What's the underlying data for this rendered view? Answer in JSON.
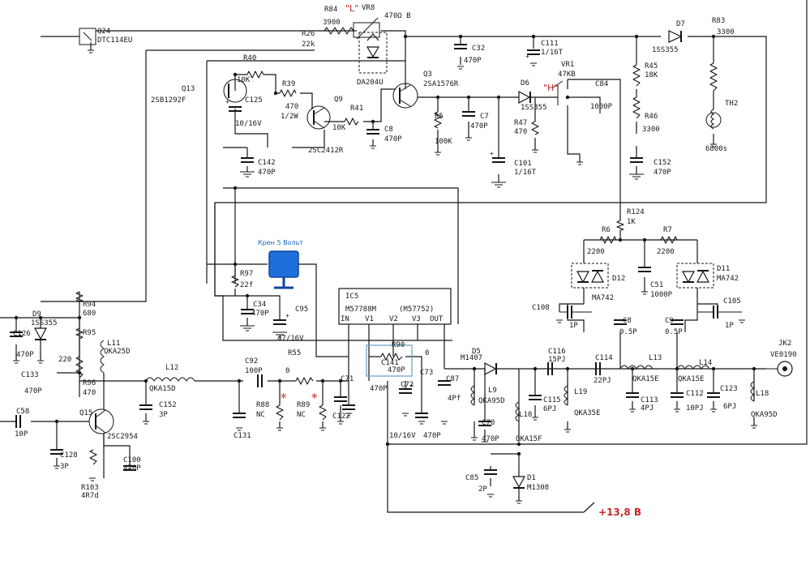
{
  "components": {
    "q24": [
      "Q24",
      "DTC114EU"
    ],
    "r84": [
      "R84",
      "3900"
    ],
    "vr8": [
      "VR8",
      "470Ω B"
    ],
    "r26": [
      "R26",
      "22k"
    ],
    "d_da204": [
      "DA204U"
    ],
    "c32": [
      "C32",
      "470P"
    ],
    "c111": [
      "C111",
      "1/16T"
    ],
    "d7": [
      "D7",
      "1SS355"
    ],
    "r83": [
      "R83",
      "3300"
    ],
    "r45": [
      "R45",
      "18K"
    ],
    "r46": [
      "R46",
      "3300"
    ],
    "th2": [
      "TH2",
      "6800s"
    ],
    "q13": [
      "Q13",
      "2SB1292F"
    ],
    "r40": [
      "R40",
      "10K"
    ],
    "c125": [
      "C125",
      "10/16V"
    ],
    "r39": [
      "R39",
      "470",
      "1/2W"
    ],
    "q9": [
      "Q9",
      "2SC2412R"
    ],
    "r41": [
      "R41",
      "10K"
    ],
    "c8": [
      "C8",
      "470P"
    ],
    "q3": [
      "Q3",
      "2SA1576R"
    ],
    "r5": [
      "R5",
      "100K"
    ],
    "c7": [
      "C7",
      "470P"
    ],
    "c101": [
      "C101",
      "1/16T"
    ],
    "d6": [
      "D6",
      "1SS355"
    ],
    "vr1": [
      "VR1",
      "47KB"
    ],
    "c84": [
      "C84",
      "1000P"
    ],
    "r47": [
      "R47",
      "470"
    ],
    "c142": [
      "C142",
      "470P"
    ],
    "c152": [
      "C152",
      "470P"
    ],
    "r124": [
      "R124",
      "1K"
    ],
    "r6": [
      "R6",
      "2200"
    ],
    "r7": [
      "R7",
      "2200"
    ],
    "d12": [
      "D12",
      "MA742"
    ],
    "d11": [
      "D11",
      "MA742"
    ],
    "c51": [
      "C51",
      "1000P"
    ],
    "r97": [
      "R97",
      "22f"
    ],
    "c34": [
      "C34",
      "470P"
    ],
    "c95": [
      "C95",
      "47/16V"
    ],
    "ic5": [
      "IC5",
      "M57788M",
      "(M57752)",
      "IN",
      "V1",
      "V2",
      "V3",
      "OUT"
    ],
    "r90": [
      "R90",
      "0"
    ],
    "c141": [
      "C141",
      "470P"
    ],
    "c71": [
      "C71",
      "470P"
    ],
    "c72": [
      "C72",
      "10/16V"
    ],
    "c73": [
      "C73",
      "470P"
    ],
    "c87": [
      "C87",
      "4Pf"
    ],
    "d9": [
      "D9",
      "1SS355"
    ],
    "r94": [
      "R94",
      "680"
    ],
    "r95": [
      "R95",
      "220"
    ],
    "c126": [
      "C126",
      "470P"
    ],
    "l11": [
      "L11",
      "QKA25D"
    ],
    "c133": [
      "C133",
      "470P"
    ],
    "r96": [
      "R96",
      "470"
    ],
    "l12": [
      "L12",
      "QKA15D"
    ],
    "c152b": [
      "C152",
      "3P"
    ],
    "c92": [
      "C92",
      "100P"
    ],
    "r55": [
      "R55",
      "0"
    ],
    "c131": [
      "C131"
    ],
    "r88": [
      "R88",
      "NC"
    ],
    "r89": [
      "R89",
      "NC"
    ],
    "c122": [
      "C122"
    ],
    "c58": [
      "C58",
      "10P"
    ],
    "q15": [
      "Q15",
      "2SC2954"
    ],
    "c128": [
      "C128",
      "3P"
    ],
    "r103": [
      "R103",
      "4R7d"
    ],
    "c100": [
      "C100",
      "470P"
    ],
    "d5": [
      "D5",
      "M1407"
    ],
    "l9": [
      "L9",
      "QKA95D"
    ],
    "c70": [
      "C70",
      "470P"
    ],
    "c115": [
      "C115",
      "6PJ"
    ],
    "c116": [
      "C116",
      "15PJ"
    ],
    "l10": [
      "L10",
      "QKA15F"
    ],
    "c114": [
      "C114",
      "22PJ"
    ],
    "l19": [
      "L19",
      "QKA35E"
    ],
    "c113": [
      "C113",
      "4PJ"
    ],
    "l13": [
      "L13",
      "QKA15E"
    ],
    "c112": [
      "C112",
      "10PJ"
    ],
    "l14": [
      "L14",
      "QKA15E"
    ],
    "c123": [
      "C123",
      "6PJ"
    ],
    "l18": [
      "L18",
      "QKA95D"
    ],
    "jk2": [
      "JK2",
      "VE0190"
    ],
    "c108": [
      "C108",
      "1P"
    ],
    "c8b": [
      "C8",
      "0.5P"
    ],
    "c9": [
      "C9",
      "0.5P"
    ],
    "c105": [
      "C105",
      "1P"
    ],
    "c85": [
      "C85",
      "2P"
    ],
    "d1": [
      "D1",
      "M1308"
    ]
  },
  "annotations": {
    "label_l": "\"L\"",
    "label_h": "\"H\"",
    "regulator_caption": "Крен 5 Вольт",
    "supply_label": "+13,8 В",
    "marker": "*"
  },
  "colors": {
    "wire": "#151515",
    "annotation": "#c62828",
    "regulator": "#1e6fd9",
    "highlight": "#6fa8c8"
  }
}
